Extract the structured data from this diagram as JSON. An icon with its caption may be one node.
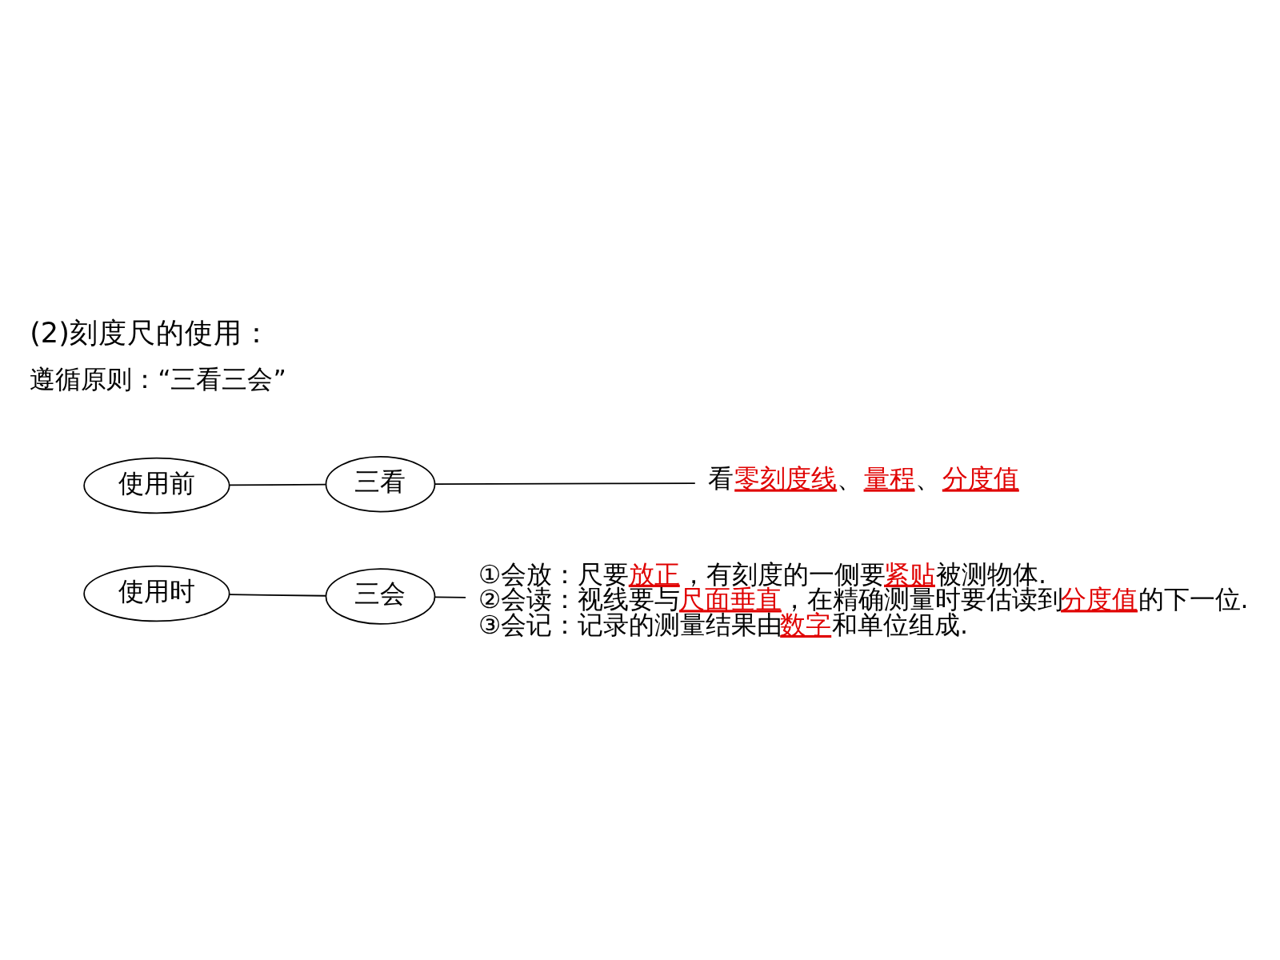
{
  "diagram": {
    "title": "(2)刻度尺的使用：",
    "nodes": [
      {
        "text": [
          "使用前"
        ]
      },
      {
        "text": [
          "三看"
        ]
      },
      {
        "text": [
          "看**零刻度线**、**量程**、**分度值**"
        ]
      },
      {
        "text": [
          "使用时"
        ]
      },
      {
        "text": [
          "三会"
        ]
      },
      {
        "text": [
          "①会放：尺要**放正**，有刻度的一侧要**紧贴**被测物体.",
          "②会读：视线要与**尺面垂直**，在精确测量时要估读到**分度值**的下一位.",
          "③会记：记录的测量结果由**数字**和单位组成."
        ]
      }
    ],
    "edges": [
      {
        "from": 0,
        "to": 1,
        "arrow": "none"
      },
      {
        "from": 1,
        "to": 2,
        "arrow": "none"
      },
      {
        "from": 3,
        "to": 4,
        "arrow": "none"
      },
      {
        "from": 4,
        "to": 5,
        "arrow": "none"
      }
    ],
    "labels": [
      "遵循原则：“三看三会”"
    ]
  }
}
